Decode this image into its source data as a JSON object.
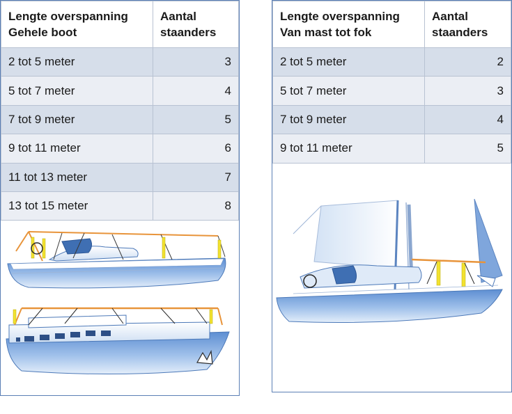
{
  "left_table": {
    "header_col1_line1": "Lengte overspanning",
    "header_col1_line2": "Gehele boot",
    "header_col2_line1": "Aantal",
    "header_col2_line2": "staanders",
    "rows": [
      {
        "range": "2 tot 5 meter",
        "count": "3"
      },
      {
        "range": "5 tot 7 meter",
        "count": "4"
      },
      {
        "range": "7 tot 9 meter",
        "count": "5"
      },
      {
        "range": "9 tot 11 meter",
        "count": "6"
      },
      {
        "range": "11 tot 13 meter",
        "count": "7"
      },
      {
        "range": "13 tot 15 meter",
        "count": "8"
      }
    ]
  },
  "right_table": {
    "header_col1_line1": "Lengte overspanning",
    "header_col1_line2": "Van mast tot fok",
    "header_col2_line1": "Aantal",
    "header_col2_line2": "staanders",
    "rows": [
      {
        "range": "2 tot 5 meter",
        "count": "2"
      },
      {
        "range": "5 tot 7 meter",
        "count": "3"
      },
      {
        "range": "7 tot 9 meter",
        "count": "4"
      },
      {
        "range": "9 tot 11 meter",
        "count": "5"
      }
    ]
  },
  "colors": {
    "border": "#5b7fb5",
    "row_dark": "#d6deea",
    "row_light": "#ebeef4",
    "hull": "#6f9bd6",
    "frame": "#e8943a",
    "stanchion": "#f2e230"
  },
  "illustrations": [
    "sailboat-icon",
    "motor-yacht-icon",
    "sailboat-with-mast-icon"
  ]
}
